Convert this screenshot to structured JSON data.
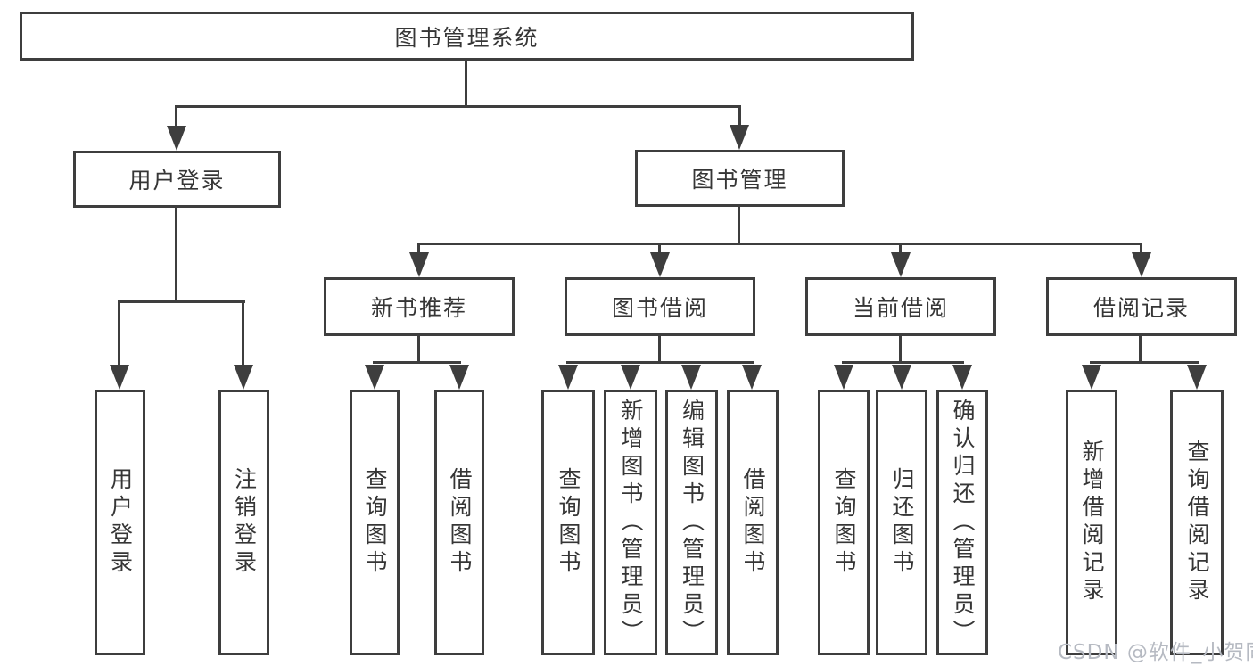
{
  "colors": {
    "line": "#3e3e3e",
    "text": "#363636",
    "background": "#ffffff",
    "watermark_text": "#b6bac2"
  },
  "watermark": "CSDN @软件_小贺同学",
  "tree": {
    "label": "图书管理系统",
    "children": [
      {
        "label": "用户登录",
        "children": [
          {
            "label": "用户登录"
          },
          {
            "label": "注销登录"
          }
        ]
      },
      {
        "label": "图书管理",
        "children": [
          {
            "label": "新书推荐",
            "children": [
              {
                "label": "查询图书"
              },
              {
                "label": "借阅图书"
              }
            ]
          },
          {
            "label": "图书借阅",
            "children": [
              {
                "label": "查询图书"
              },
              {
                "label": "新增图书（管理员）"
              },
              {
                "label": "编辑图书（管理员）"
              },
              {
                "label": "借阅图书"
              }
            ]
          },
          {
            "label": "当前借阅",
            "children": [
              {
                "label": "查询图书"
              },
              {
                "label": "归还图书"
              },
              {
                "label": "确认归还（管理员）"
              }
            ]
          },
          {
            "label": "借阅记录",
            "children": [
              {
                "label": "新增借阅记录"
              },
              {
                "label": "查询借阅记录"
              }
            ]
          }
        ]
      }
    ]
  }
}
